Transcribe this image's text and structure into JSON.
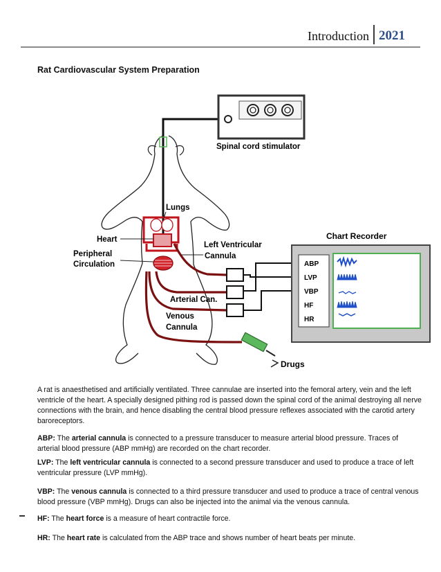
{
  "header": {
    "title": "Introduction",
    "year": "2021"
  },
  "section_title": "Rat Cardiovascular System Preparation",
  "diagram": {
    "stimulator_label": "Spinal cord stimulator",
    "lungs": "Lungs",
    "heart": "Heart",
    "peripheral_1": "Peripheral",
    "peripheral_2": "Circulation",
    "lv_1": "Left Ventricular",
    "lv_2": "Cannula",
    "arterial": "Arterial Can.",
    "venous_1": "Venous",
    "venous_2": "Cannula",
    "drugs": "Drugs",
    "recorder_title": "Chart Recorder",
    "channels": [
      "ABP",
      "LVP",
      "VBP",
      "HF",
      "HR"
    ]
  },
  "paragraphs": {
    "p1": "A rat is anaesthetised and artificially ventilated. Three cannulae are inserted into the femoral artery, vein and the left ventricle of the heart. A specially designed pithing rod is passed down the spinal cord of the animal destroying all nerve connections with the brain, and hence disabling the central blood pressure reflexes associated with the carotid artery baroreceptors.",
    "abp_key": "ABP:",
    "abp_a": " The ",
    "abp_b": "arterial cannula",
    "abp_c": " is connected to a pressure transducer to measure arterial blood pressure. Traces of arterial blood pressure (ABP mmHg)  are recorded on the chart recorder.",
    "lvp_key": "LVP:",
    "lvp_a": " The ",
    "lvp_b": "left ventricular cannula",
    "lvp_c": " is connected to a second pressure transducer and used to produce a trace of left ventricular pressure (LVP mmHg).",
    "vbp_key": "VBP:",
    "vbp_a": " The ",
    "vbp_b": "venous cannula",
    "vbp_c": " is connected to a third pressure transducer and used to produce a trace of central venous blood pressure (VBP mmHg). Drugs can also be injected into the animal via the venous cannula.",
    "hf_key": "HF:",
    "hf_a": " The ",
    "hf_b": "heart force",
    "hf_c": " is a measure of heart contractile force.",
    "hr_key": "HR:",
    "hr_a": " The ",
    "hr_b": "heart rate",
    "hr_c": " is calculated from the ABP trace and shows number of heart beats per minute."
  }
}
